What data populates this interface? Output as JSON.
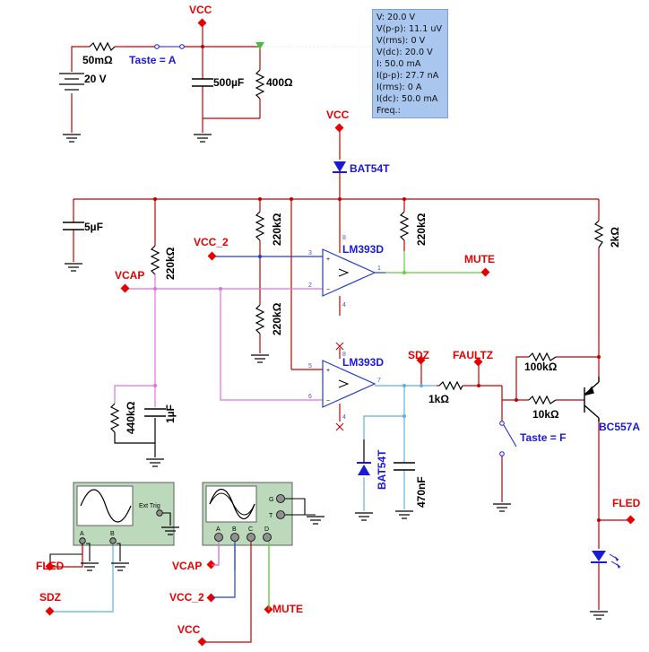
{
  "labels": {
    "vcc_top": "VCC",
    "vcc_mid": "VCC",
    "vcc_bottom": "VCC",
    "r50m": "50mΩ",
    "v20": "20 V",
    "taste_a": "Taste = A",
    "c500u": "500µF",
    "r400": "400Ω",
    "bat1": "BAT54T",
    "bat2": "BAT54T",
    "c5u": "5µF",
    "vcc2": "VCC_2",
    "vcc2_bottom": "VCC_2",
    "vcap": "VCAP",
    "vcap_bottom": "VCAP",
    "r220_a": "220kΩ",
    "r220_b": "220kΩ",
    "r220_c": "220kΩ",
    "r220_d": "220kΩ",
    "lm1": "LM393D",
    "lm2": "LM393D",
    "mute": "MUTE",
    "mute_bottom": "MUTE",
    "r2k": "2kΩ",
    "sdz": "SDZ",
    "sdz_bottom": "SDZ",
    "faultz": "FAULTZ",
    "r100k": "100kΩ",
    "r1k": "1kΩ",
    "r10k": "10kΩ",
    "bc557": "BC557A",
    "taste_f": "Taste = F",
    "r440k": "440kΩ",
    "c1u": "1µF",
    "c470n": "470nF",
    "fled": "FLED",
    "fled_bottom": "FLED",
    "ext_trig": "Ext Trig",
    "ch_a": "A",
    "ch_b": "B",
    "ch_c": "C",
    "ch_d": "D",
    "g": "G",
    "t": "T",
    "pin3": "3",
    "pin2": "2",
    "pin1": "1",
    "pin8": "8",
    "pin4": "4",
    "pin5": "5",
    "pin6": "6",
    "pin7": "7",
    "pin4b": "4",
    "pin8b": "8"
  },
  "probe": [
    "V: 20.0 V",
    "V(p-p): 11.1 uV",
    "V(rms): 0 V",
    "V(dc): 20.0 V",
    "I: 50.0 mA",
    "I(p-p): 27.7 nA",
    "I(rms): 0 A",
    "I(dc): 50.0 mA",
    "Freq.:"
  ],
  "colors": {
    "wire": "#c00000",
    "vcap_wire": "#e070e0",
    "vcc2_wire": "#2040c0",
    "mute_wire": "#60d040",
    "sdz_wire": "#60b0e0",
    "label_red": "#e60000",
    "label_blue": "#1a1ad6",
    "probe_bg": "#a9c6ee"
  }
}
